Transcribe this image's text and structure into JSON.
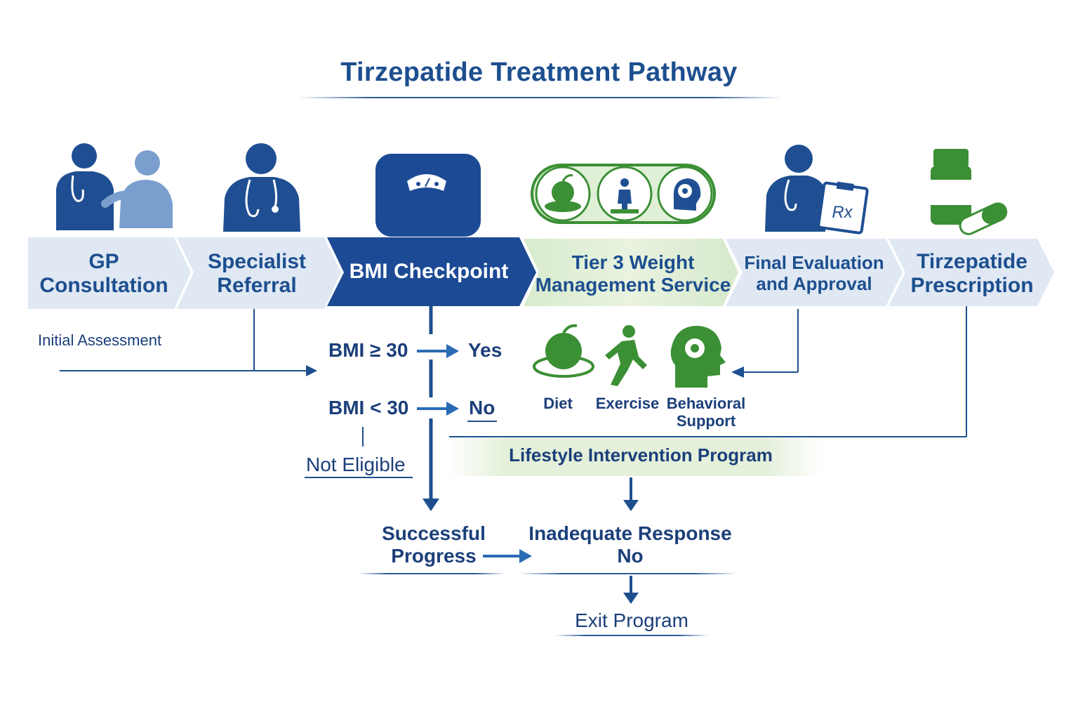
{
  "title": "Tirzepatide Treatment Pathway",
  "steps": [
    {
      "label_line1": "GP",
      "label_line2": "Consultation"
    },
    {
      "label_line1": "Specialist",
      "label_line2": "Referral"
    },
    {
      "label_line1": "BMI Checkpoint",
      "label_line2": ""
    },
    {
      "label_line1": "Tier 3 Weight",
      "label_line2": "Management Service"
    },
    {
      "label_line1": "Final Evaluation",
      "label_line2": "and Approval"
    },
    {
      "label_line1": "Tirzepatide",
      "label_line2": "Prescription"
    }
  ],
  "initial_assessment": "Initial Assessment",
  "bmi_conditions": {
    "high": "BMI ≥ 30",
    "high_result": "Yes",
    "low": "BMI < 30",
    "low_result": "No",
    "not_eligible": "Not Eligible"
  },
  "lifestyle": {
    "items": [
      {
        "label": "Diet",
        "icon": "apple-icon"
      },
      {
        "label": "Exercise",
        "icon": "runner-icon"
      },
      {
        "label_line1": "Behavioral",
        "label_line2": "Support",
        "icon": "head-gear-icon"
      }
    ],
    "program_label": "Lifestyle Intervention Program"
  },
  "outcomes": {
    "successful_line1": "Successful",
    "successful_line2": "Progress",
    "inadequate_line1": "Inadequate Response",
    "inadequate_line2": "No",
    "exit": "Exit Program"
  },
  "rx_label": "Rx",
  "colors": {
    "navy": "#1d4f8f",
    "dark_blue": "#1c4a95",
    "light_blue_band": "#dfe8f3",
    "green": "#3b8f35",
    "light_green": "#e2efda"
  }
}
